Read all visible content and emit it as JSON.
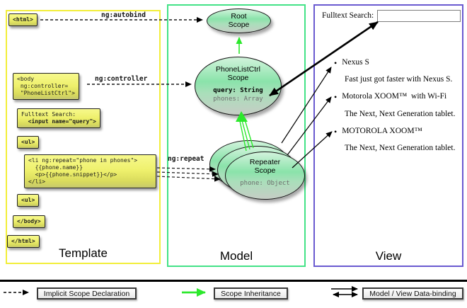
{
  "template_panel": {
    "label": "Template",
    "arrow_labels": {
      "autobind": "ng:autobind",
      "controller": "ng:controller",
      "repeat": "ng:repeat"
    },
    "boxes": {
      "html_open": {
        "lines": [
          "<html>"
        ]
      },
      "body_open": {
        "lines": [
          "<body",
          " ng:controller=",
          " \"PhoneListCtrl\">"
        ]
      },
      "fulltext": {
        "lines": [
          "Fulltext Search:",
          "  <input name=\"query\">"
        ]
      },
      "ul_open": {
        "lines": [
          "<ul>"
        ]
      },
      "li_repeat": {
        "lines": [
          "<li ng:repeat=\"phone in phones\">",
          "  {{phone.name}}",
          "  <p>{{phone.snippet}}</p>",
          "</li>"
        ]
      },
      "ul_close": {
        "lines": [
          "<ul>"
        ]
      },
      "body_close": {
        "lines": [
          "</body>"
        ]
      },
      "html_close": {
        "lines": [
          "</html>"
        ]
      }
    }
  },
  "model_panel": {
    "label": "Model",
    "scopes": {
      "root": {
        "title_line1": "Root",
        "title_line2": "Scope"
      },
      "phonelist": {
        "title_line1": "PhoneListCtrl",
        "title_line2": "Scope",
        "prop1": "query: String",
        "prop2": "phones: Array"
      },
      "repeater": {
        "title_line1": "Repeater",
        "title_line2": "Scope",
        "prop1": "phone: Object"
      }
    }
  },
  "view_panel": {
    "label": "View",
    "search_label": "Fulltext Search:",
    "search_value": "",
    "bullet_icon": "•",
    "items": [
      {
        "title": "Nexus S",
        "desc": "Fast just got faster with Nexus S."
      },
      {
        "title": "Motorola XOOM™  with Wi-Fi",
        "desc": "The Next, Next Generation tablet."
      },
      {
        "title": "MOTOROLA XOOM™",
        "desc": "The Next, Next Generation tablet."
      }
    ]
  },
  "legend": {
    "implicit": "Implicit Scope Declaration",
    "inheritance": "Scope Inheritance",
    "databinding": "Model / View Data-binding"
  },
  "colors": {
    "template_border": "#f2ee3a",
    "model_border": "#43e287",
    "view_border": "#6a5ad0",
    "inheritance_green": "#2ce82c",
    "code_box_yellow": "#eef06c",
    "scope_fill_green": "#8ae3aa"
  }
}
